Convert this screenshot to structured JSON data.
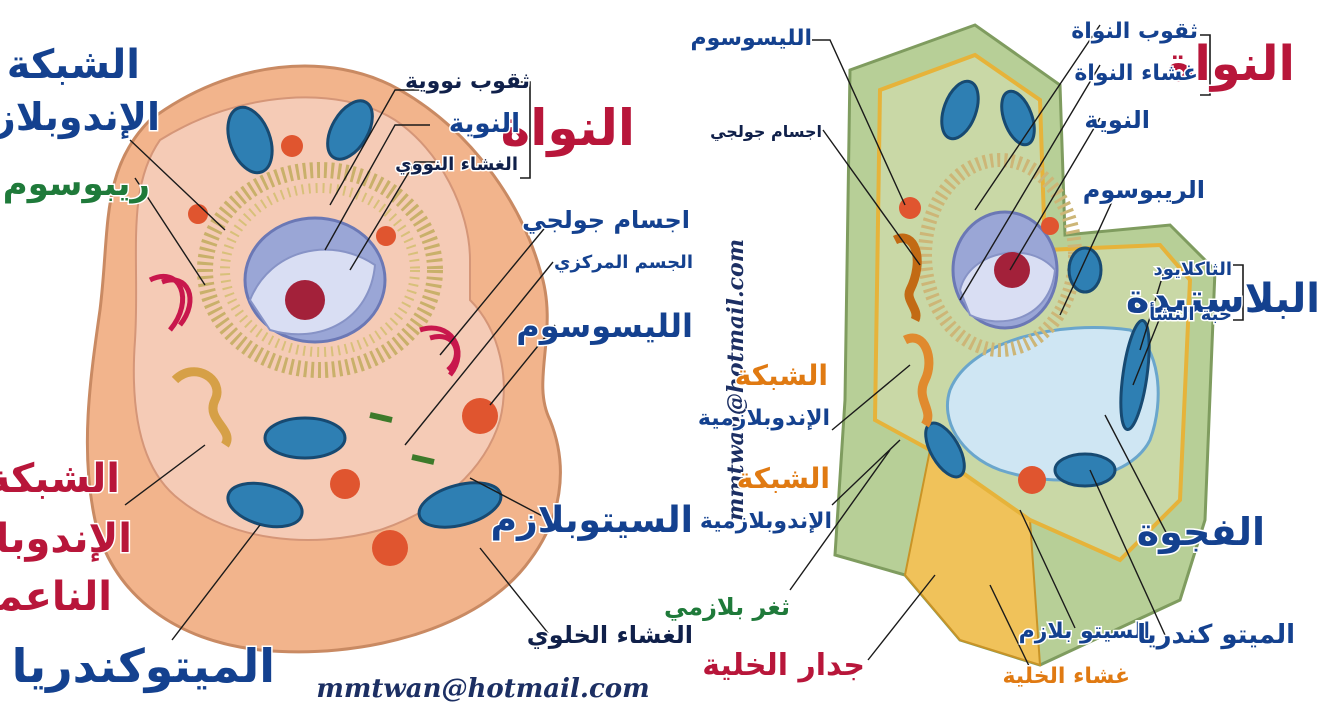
{
  "watermark": "mmtwan@hotmail.com",
  "colors": {
    "red": "#b8163a",
    "blue": "#14418f",
    "green": "#1f7a3a",
    "orange": "#e07a12",
    "dark": "#10204a",
    "animal_outer": "#f2b48c",
    "animal_inner": "#f5cbb6",
    "plant_wall": "#b7cf97",
    "plant_inner": "#c9d8a6",
    "vacuole": "#cfe6f3"
  },
  "animal_cell": {
    "nucleus_title": "النواة",
    "nuclear_pores": "ثقوب نووية",
    "nucleolus": "النوية",
    "nuclear_membrane": "الغشاء النووي",
    "er_line1": "الشبكة",
    "er_line2": "الإندوبلازمية",
    "ribosome": "ريبوسوم",
    "golgi": "اجسام جولجي",
    "centrosome": "الجسم المركزي",
    "lysosome": "الليسوسوم",
    "cytoplasm": "السيتوبلازم",
    "cell_membrane": "الغشاء الخلوي",
    "smooth_er_line1": "الشبكة",
    "smooth_er_line2": "الإندوبلازمية",
    "smooth_er_line3": "الناعمة",
    "mitochondria": "الميتوكندريا"
  },
  "plant_cell": {
    "lysosome": "الليسوسوم",
    "golgi": "اجسام جولجي",
    "nucleus_title": "النواة",
    "nuclear_pores": "ثقوب النواة",
    "nuclear_membrane": "غشاء النواة",
    "nucleolus": "النوية",
    "ribosome": "الريبوسوم",
    "plastid_title": "البلاستيدة",
    "thylakoid": "الثاكلايود",
    "starch_grain": "حبة النشأ",
    "er1_line1": "الشبكة",
    "er1_line2": "الإندوبلازمية",
    "er2_line1": "الشبكة",
    "er2_line2": "الإندوبلازمية",
    "vacuole": "الفجوة",
    "plasmodesma": "ثغر بلازمي",
    "cell_wall": "جدار الخلية",
    "cytoplasm": "السيتو بلازم",
    "cell_membrane": "غشاء الخلية",
    "mitochondria": "الميتو كندريا"
  }
}
